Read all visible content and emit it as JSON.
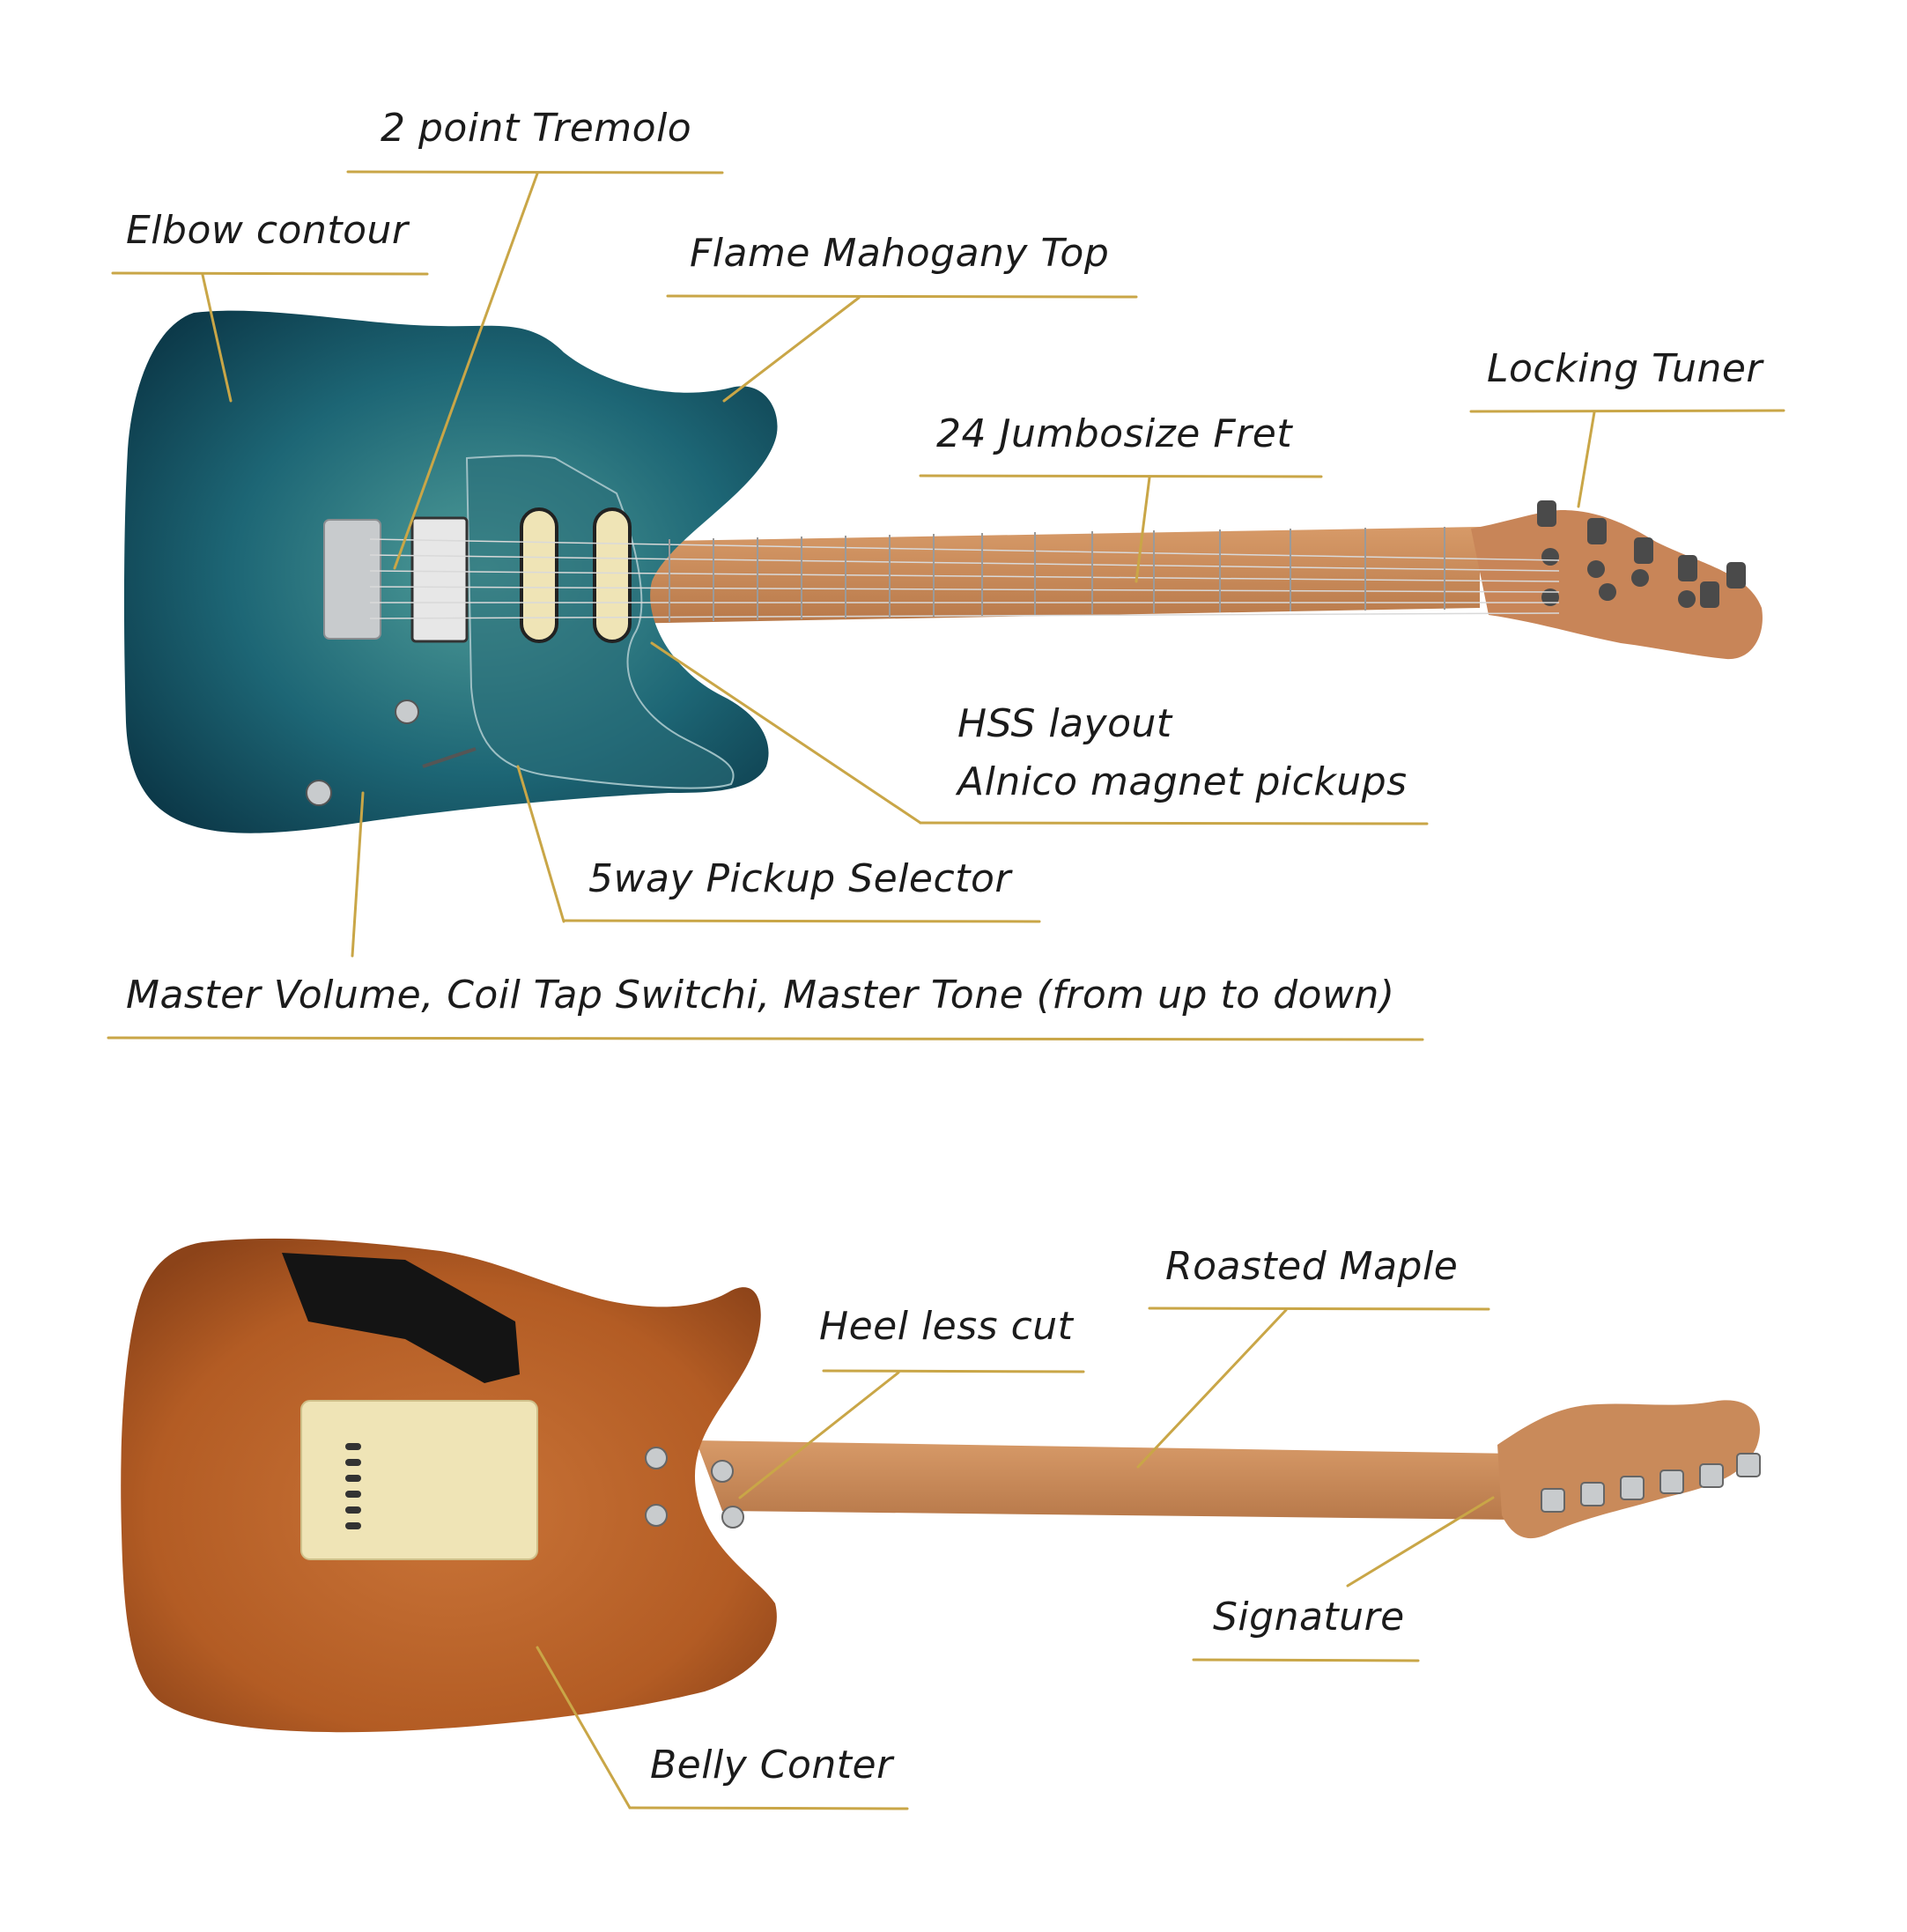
{
  "colors": {
    "leader": "#c9a647",
    "label_text": "#1b1b1b",
    "front_body_dark": "#0d3d4c",
    "front_body_light": "#3f8a8a",
    "back_body": "#b8602a",
    "maple_neck": "#c98a5a",
    "pickguard_cream": "#efe4b6",
    "chrome": "#bfc3c6"
  },
  "front_labels": {
    "tremolo": "2 point Tremolo",
    "elbow": "Elbow contour",
    "flame_top": "Flame Mahogany Top",
    "locking_tuner": "Locking Tuner",
    "frets": "24 Jumbosize Fret",
    "hss_layout": "HSS layout",
    "alnico": "Alnico magnet pickups",
    "selector": "5way Pickup Selector",
    "controls": "Master Volume, Coil Tap Switchi, Master Tone (from up to down)"
  },
  "back_labels": {
    "roasted_maple": "Roasted Maple",
    "heel_cut": "Heel less cut",
    "signature": "Signature",
    "belly": "Belly Conter"
  }
}
